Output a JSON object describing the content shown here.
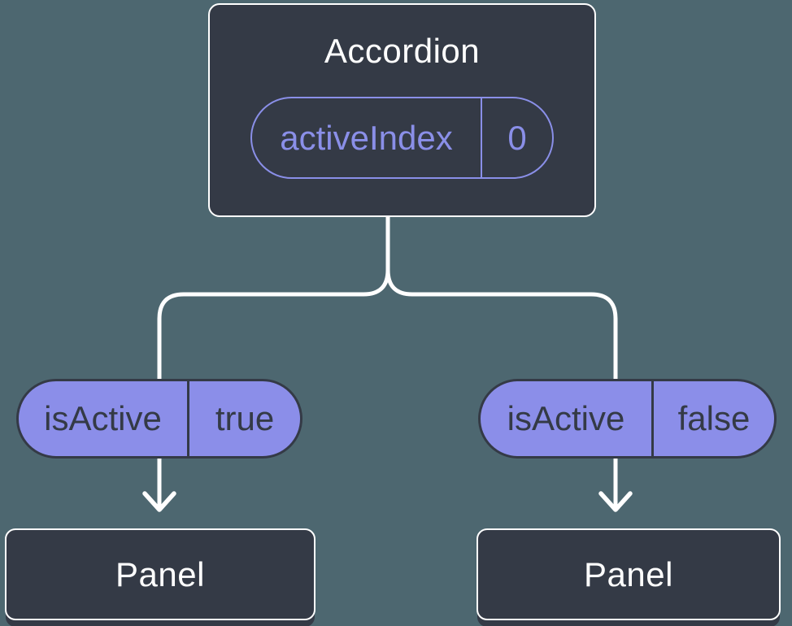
{
  "diagram": {
    "root": {
      "title": "Accordion",
      "prop": {
        "label": "activeIndex",
        "value": "0"
      }
    },
    "children": [
      {
        "prop": {
          "label": "isActive",
          "value": "true"
        },
        "panel_title": "Panel"
      },
      {
        "prop": {
          "label": "isActive",
          "value": "false"
        },
        "panel_title": "Panel"
      }
    ]
  },
  "icons": {
    "arrow_down": "chevron-down-arrow"
  },
  "colors": {
    "background": "#4d6770",
    "node_fill": "#343a46",
    "node_border": "#ffffff",
    "node_title_text": "#ffffff",
    "connector": "#ffffff",
    "accent_purple": "#8a8fe8",
    "state_pill_fill": "#8b8ee9",
    "state_pill_border": "#343a46",
    "state_pill_text": "#343a46"
  }
}
